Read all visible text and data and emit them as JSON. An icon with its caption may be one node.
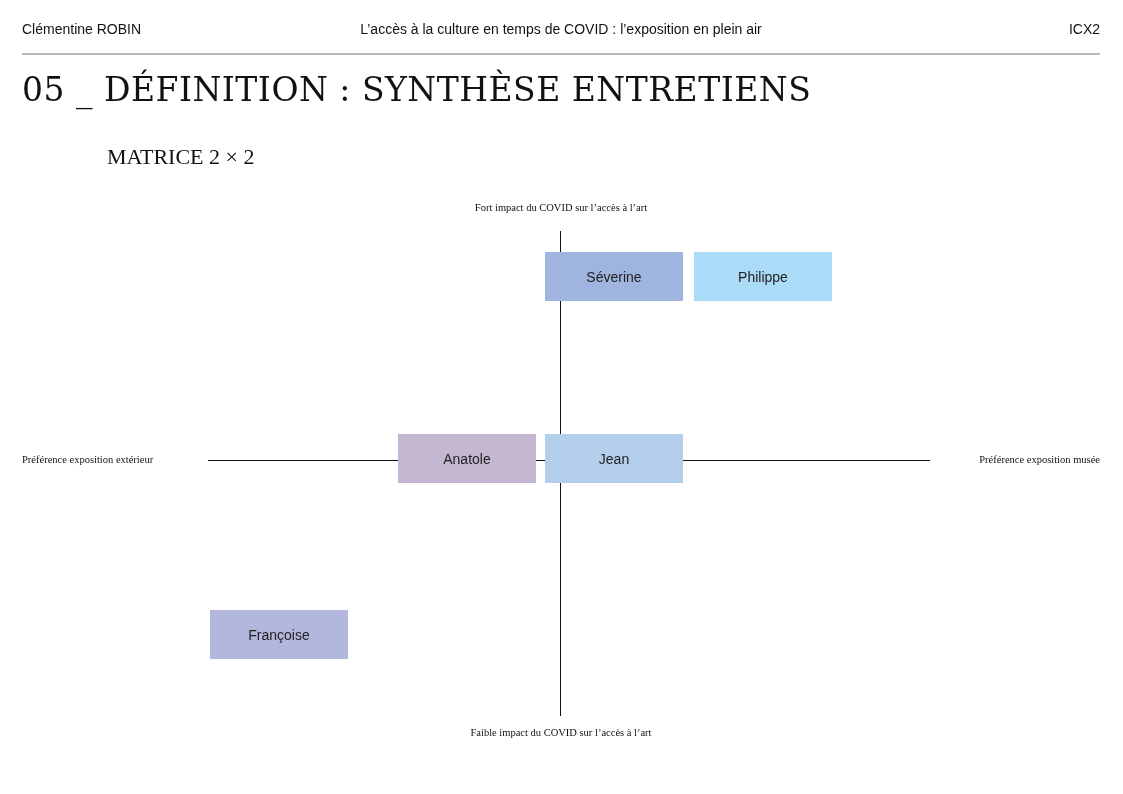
{
  "diagram": {
    "title": "05 _ DÉFINITION : SYNTHÈSE ENTRETIENS",
    "nodes": [
      {
        "text": [
          "Séverine"
        ]
      },
      {
        "text": [
          "Philippe"
        ]
      },
      {
        "text": [
          "Anatole"
        ]
      },
      {
        "text": [
          "Jean"
        ]
      },
      {
        "text": [
          "Françoise"
        ]
      }
    ],
    "edges": [],
    "labels": [
      "Clémentine ROBIN",
      "L’accès à la culture en temps de COVID : l’exposition en plein air",
      "ICX2",
      "MATRICE 2 × 2",
      "Fort impact du COVID sur l’accès à l’art",
      "Préférence exposition extérieur",
      "Préférence exposition musée",
      "Faible impact du COVID sur l’accès à l’art"
    ]
  }
}
